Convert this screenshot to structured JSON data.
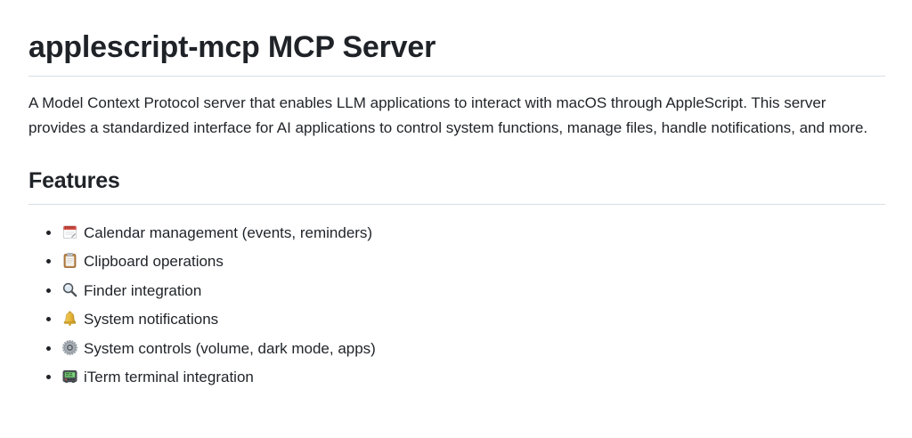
{
  "page": {
    "title": "applescript-mcp MCP Server",
    "description": "A Model Context Protocol server that enables LLM applications to interact with macOS through AppleScript. This server provides a standardized interface for AI applications to control system functions, manage files, handle notifications, and more."
  },
  "features": {
    "heading": "Features",
    "items": [
      {
        "icon": "calendar-emoji",
        "unicode": "📅",
        "text": "Calendar management (events, reminders)"
      },
      {
        "icon": "clipboard-emoji",
        "unicode": "📋",
        "text": "Clipboard operations"
      },
      {
        "icon": "magnifier-emoji",
        "unicode": "🔍",
        "text": "Finder integration"
      },
      {
        "icon": "bell-emoji",
        "unicode": "🔔",
        "text": "System notifications"
      },
      {
        "icon": "gear-emoji",
        "unicode": "⚙️",
        "text": "System controls (volume, dark mode, apps)"
      },
      {
        "icon": "pager-emoji",
        "unicode": "📟",
        "text": "iTerm terminal integration"
      }
    ]
  },
  "colors": {
    "background": "#ffffff",
    "text": "#1f2328",
    "divider": "#d8dee4"
  }
}
